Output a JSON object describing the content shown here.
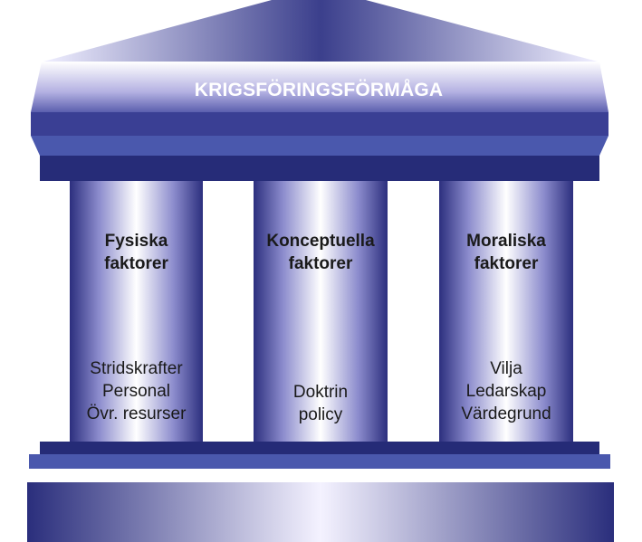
{
  "roof": {
    "title": "KRIGSFÖRINGSFÖRMÅGA"
  },
  "pillars": [
    {
      "title_lines": [
        "Fysiska",
        "faktorer"
      ],
      "items": [
        "Stridskrafter",
        "Personal",
        "Övr. resurser"
      ]
    },
    {
      "title_lines": [
        "Konceptuella",
        "faktorer"
      ],
      "items": [
        "Doktrin",
        "policy"
      ]
    },
    {
      "title_lines": [
        "Moraliska",
        "faktorer"
      ],
      "items": [
        "Vilja",
        "Ledarskap",
        "Värdegrund"
      ]
    }
  ],
  "colors": {
    "dark_blue": "#2a2f7a",
    "mid_blue": "#3f4a9e",
    "light_lavender": "#f2f0ff",
    "roof_text": "#ffffff"
  }
}
